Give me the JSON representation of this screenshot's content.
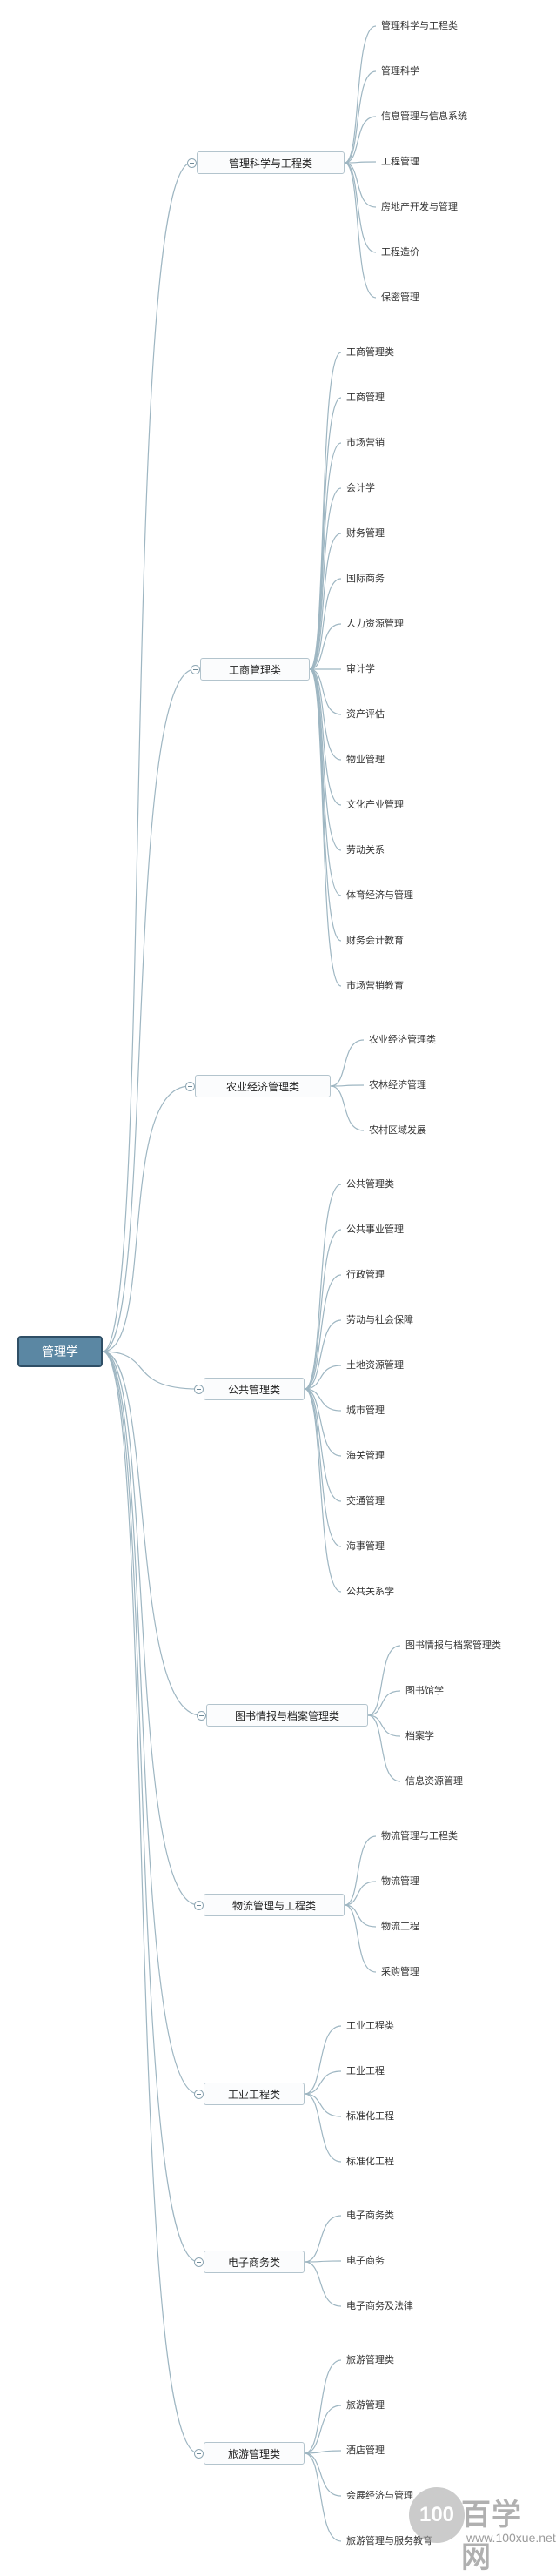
{
  "root": {
    "label": "管理学"
  },
  "categories": [
    {
      "label": "管理科学与工程类",
      "items": [
        "管理科学与工程类",
        "管理科学",
        "信息管理与信息系统",
        "工程管理",
        "房地产开发与管理",
        "工程造价",
        "保密管理"
      ]
    },
    {
      "label": "工商管理类",
      "items": [
        "工商管理类",
        "工商管理",
        "市场营销",
        "会计学",
        "财务管理",
        "国际商务",
        "人力资源管理",
        "审计学",
        "资产评估",
        "物业管理",
        "文化产业管理",
        "劳动关系",
        "体育经济与管理",
        "财务会计教育",
        "市场营销教育"
      ]
    },
    {
      "label": "农业经济管理类",
      "items": [
        "农业经济管理类",
        "农林经济管理",
        "农村区域发展"
      ]
    },
    {
      "label": "公共管理类",
      "items": [
        "公共管理类",
        "公共事业管理",
        "行政管理",
        "劳动与社会保障",
        "土地资源管理",
        "城市管理",
        "海关管理",
        "交通管理",
        "海事管理",
        "公共关系学"
      ]
    },
    {
      "label": "图书情报与档案管理类",
      "items": [
        "图书情报与档案管理类",
        "图书馆学",
        "档案学",
        "信息资源管理"
      ]
    },
    {
      "label": "物流管理与工程类",
      "items": [
        "物流管理与工程类",
        "物流管理",
        "物流工程",
        "采购管理"
      ]
    },
    {
      "label": "工业工程类",
      "items": [
        "工业工程类",
        "工业工程",
        "标准化工程",
        "标准化工程"
      ]
    },
    {
      "label": "电子商务类",
      "items": [
        "电子商务类",
        "电子商务",
        "电子商务及法律"
      ]
    },
    {
      "label": "旅游管理类",
      "items": [
        "旅游管理类",
        "旅游管理",
        "酒店管理",
        "会展经济与管理",
        "旅游管理与服务教育"
      ]
    }
  ],
  "watermark": {
    "logo": "100",
    "brand": "百学网",
    "url": "www.100xue.net"
  }
}
